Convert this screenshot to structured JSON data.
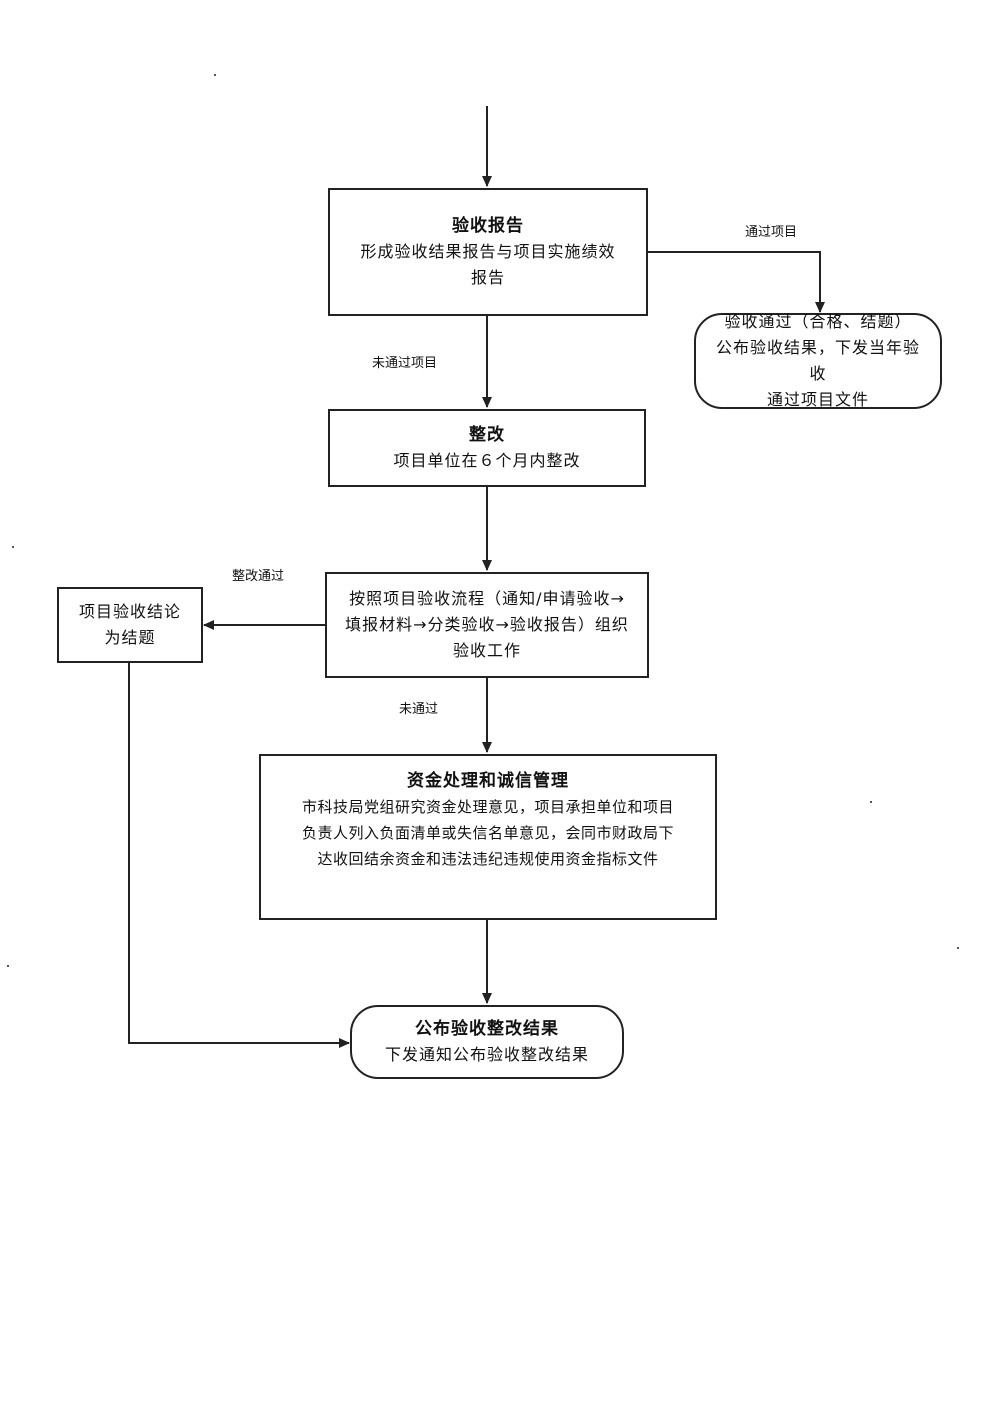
{
  "nodes": {
    "report": {
      "title": "验收报告",
      "lines": [
        "形成验收结果报告与项目实施绩效",
        "报告"
      ]
    },
    "passed": {
      "lines": [
        "验收通过（合格、结题）",
        "公布验收结果，下发当年验收",
        "通过项目文件"
      ]
    },
    "rectify": {
      "title": "整改",
      "lines": [
        "项目单位在６个月内整改"
      ]
    },
    "process": {
      "lines": [
        "按照项目验收流程（通知/申请验收→",
        "填报材料→分类验收→验收报告）组织",
        "验收工作"
      ]
    },
    "conclusion": {
      "lines": [
        "项目验收结论",
        "为结题"
      ]
    },
    "funds": {
      "title": "资金处理和诚信管理",
      "lines": [
        "市科技局党组研究资金处理意见，项目承担单位和项目",
        "负责人列入负面清单或失信名单意见，会同市财政局下",
        "达收回结余资金和违法违纪违规使用资金指标文件"
      ]
    },
    "publish": {
      "title": "公布验收整改结果",
      "lines": [
        "下发通知公布验收整改结果"
      ]
    }
  },
  "edges": {
    "pass_label": "通过项目",
    "not_pass_label": "未通过项目",
    "rectify_pass_label": "整改通过",
    "fail_label": "未通过"
  }
}
